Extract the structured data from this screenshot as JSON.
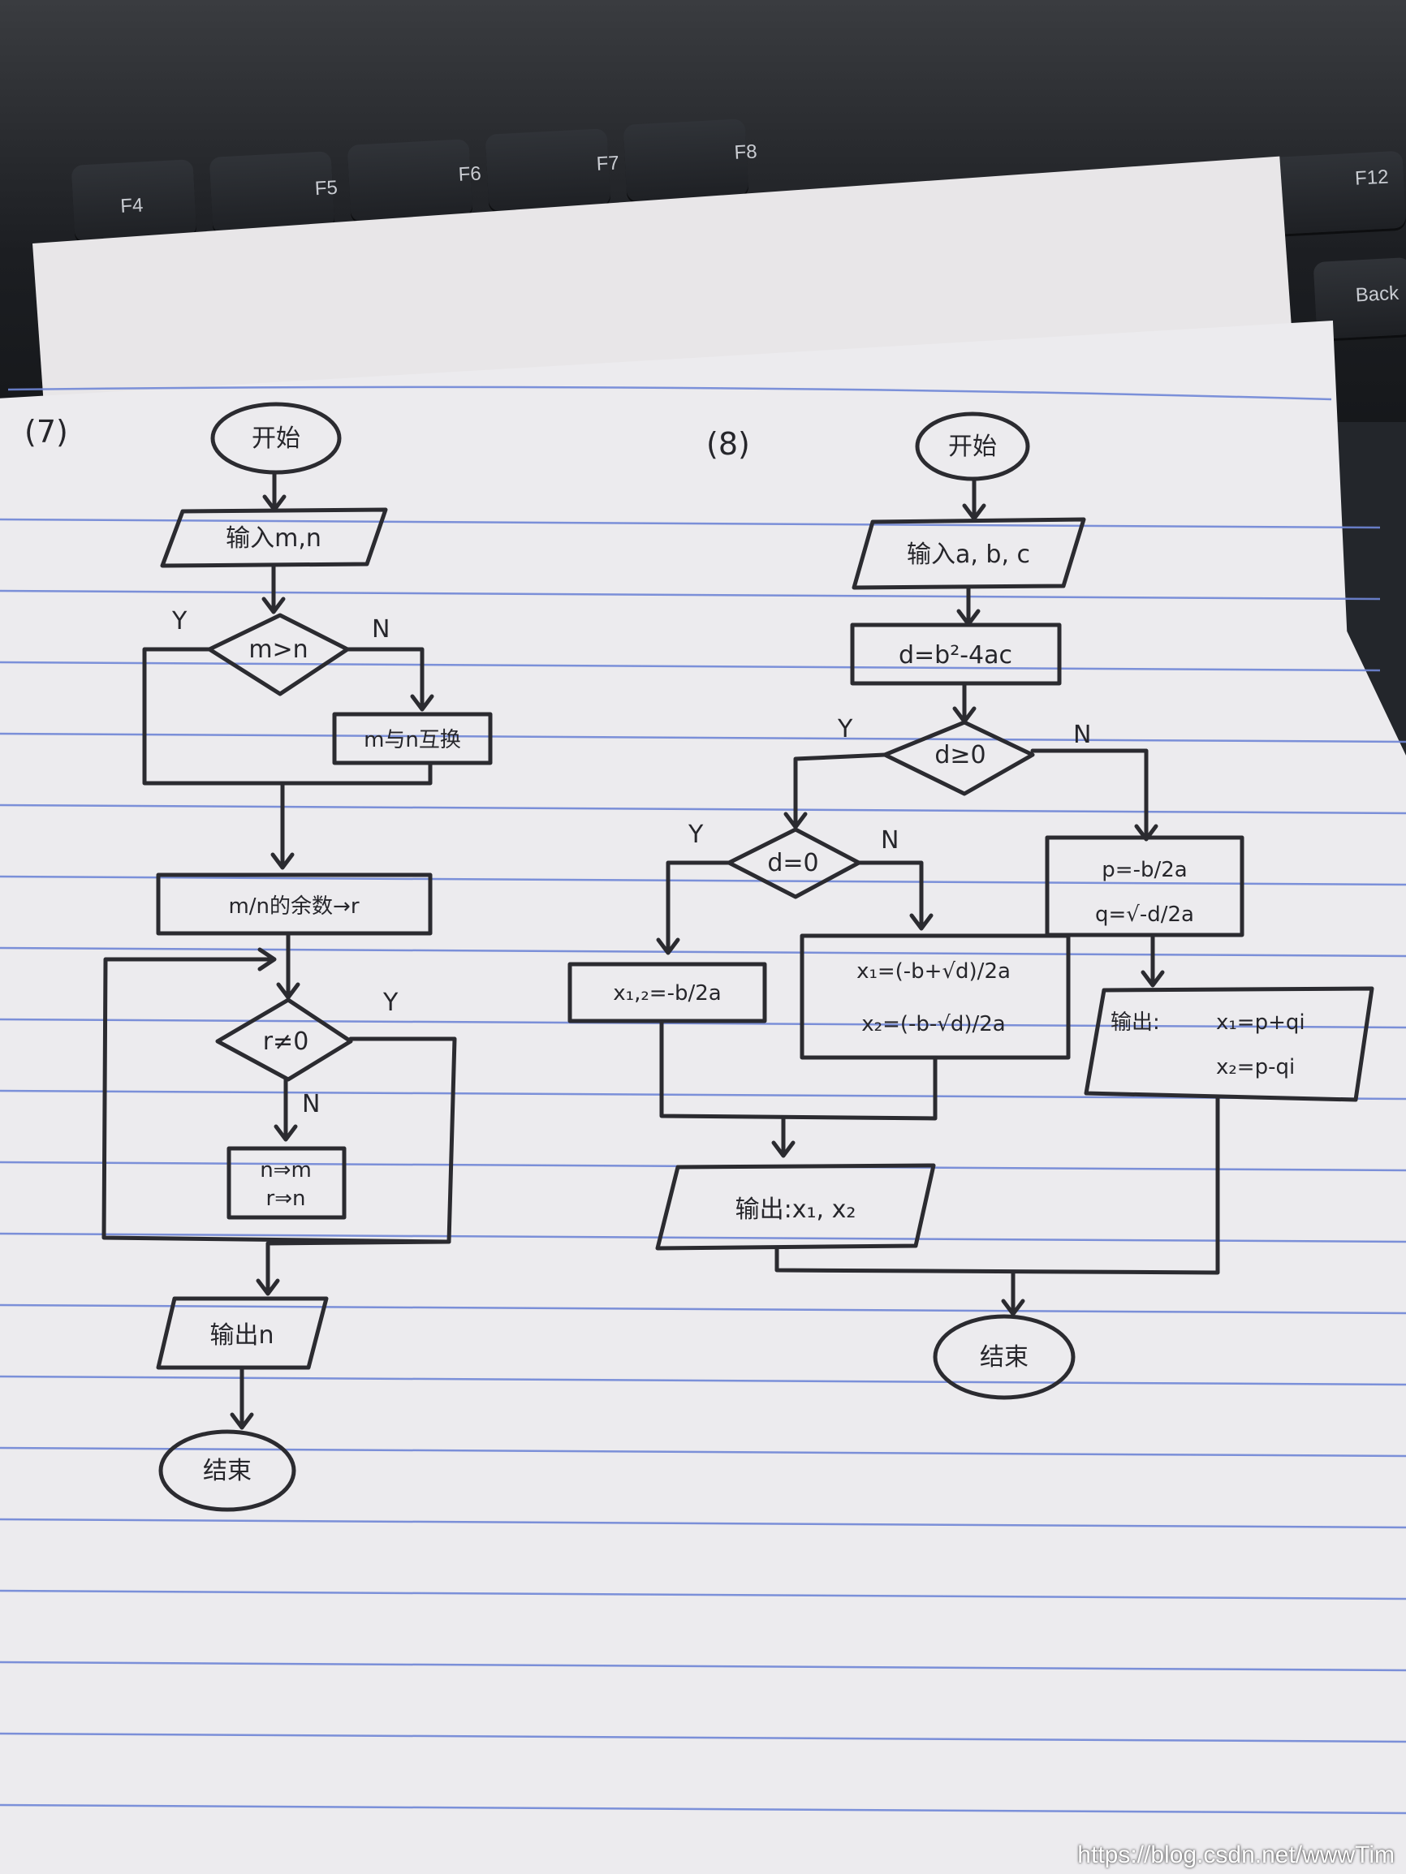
{
  "keyboard": {
    "keys": [
      "F4",
      "F5",
      "F6",
      "F7",
      "F8",
      "F12",
      "Back"
    ]
  },
  "chart7": {
    "label": "(7)",
    "start": "开始",
    "input": "输入m,n",
    "decision": "m>n",
    "yes": "Y",
    "no": "N",
    "swap": "m与n互换",
    "remainder": "m/n的余数→r",
    "loop_decision": "r≠0",
    "loop_yes": "Y",
    "loop_no": "N",
    "update_line1": "n⇒m",
    "update_line2": "r⇒n",
    "output": "输出n",
    "end": "结束"
  },
  "chart8": {
    "label": "(8)",
    "start": "开始",
    "input": "输入a, b, c",
    "assign": "d=b²-4ac",
    "decision": "d≥0",
    "yes": "Y",
    "no": "N",
    "inner_decision": "d=0",
    "inner_yes": "Y",
    "inner_no": "N",
    "equal_roots": "x₁,₂=-b/2a",
    "real_root1": "x₁=(-b+√d)/2a",
    "real_root2": "x₂=(-b-√d)/2a",
    "p_line": "p=-b/2a",
    "q_line": "q=√-d/2a",
    "complex_out_prefix": "输出:",
    "complex_x1": "x₁=p+qi",
    "complex_x2": "x₂=p-qi",
    "output": "输出:x₁, x₂",
    "end": "结束"
  },
  "watermark": "https://blog.csdn.net/wwwTim",
  "colors": {
    "ink": "#2b2b30",
    "rule": "#6f86d6",
    "paper": "#ecebee"
  }
}
